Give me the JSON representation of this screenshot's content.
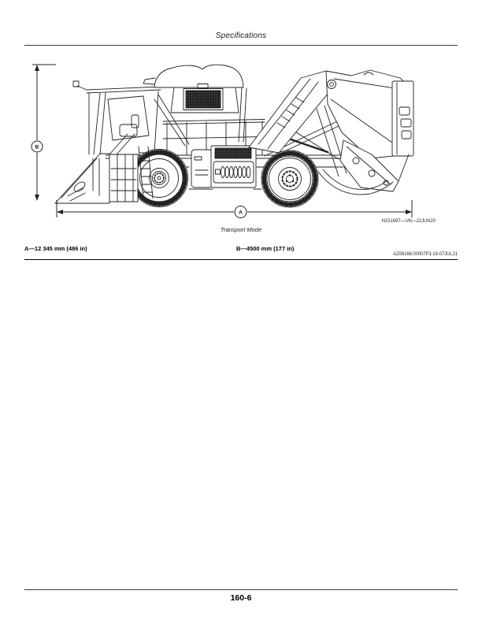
{
  "header": {
    "title": "Specifications"
  },
  "figure": {
    "caption": "Transport Mode",
    "image_ref": "N151697—UN—22JUN20",
    "doc_ref": "AZ06166.00007F3-19-07JUL21",
    "dim_a": "A",
    "dim_b": "B",
    "spec_a": "A—12 345 mm (486 in)",
    "spec_b": "B—4500 mm (177 in)"
  },
  "footer": {
    "page_number": "160-6"
  },
  "colors": {
    "line": "#222222",
    "grille": "#1c1c1c",
    "text": "#111111"
  }
}
